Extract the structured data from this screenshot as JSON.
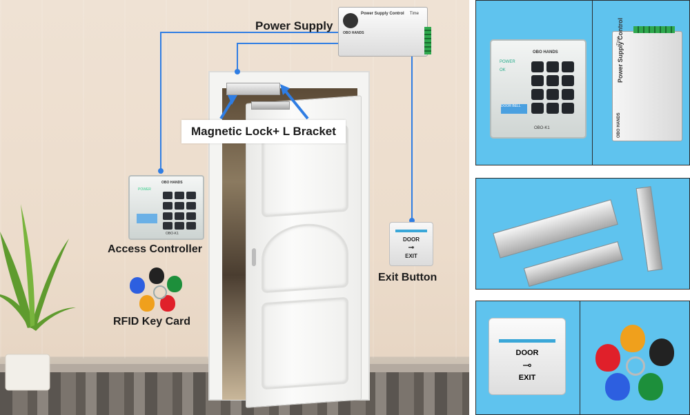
{
  "diagram": {
    "power_supply_label": "Power Supply",
    "maglock_label": "Magnetic Lock+ L Bracket",
    "access_controller_label": "Access Controller",
    "rfid_label": "RFID Key Card",
    "exit_button_label": "Exit Button"
  },
  "device_text": {
    "psu_title": "Power Supply Control",
    "psu_brand": "OBO HANDS",
    "psu_time": "Time",
    "keypad_brand": "OBO HANDS",
    "keypad_model": "OBO-K1",
    "keypad_power": "POWER",
    "keypad_ok": "OK",
    "keypad_door_bell": "DOOR BELL",
    "exit_door": "DOOR",
    "exit_exit": "EXIT"
  },
  "colors": {
    "wire": "#2f7de3",
    "card_background": "#5fc3ee",
    "fob_colors": [
      "#f0a01c",
      "#222222",
      "#1d8f3b",
      "#2d5fe0",
      "#e0202a"
    ]
  }
}
